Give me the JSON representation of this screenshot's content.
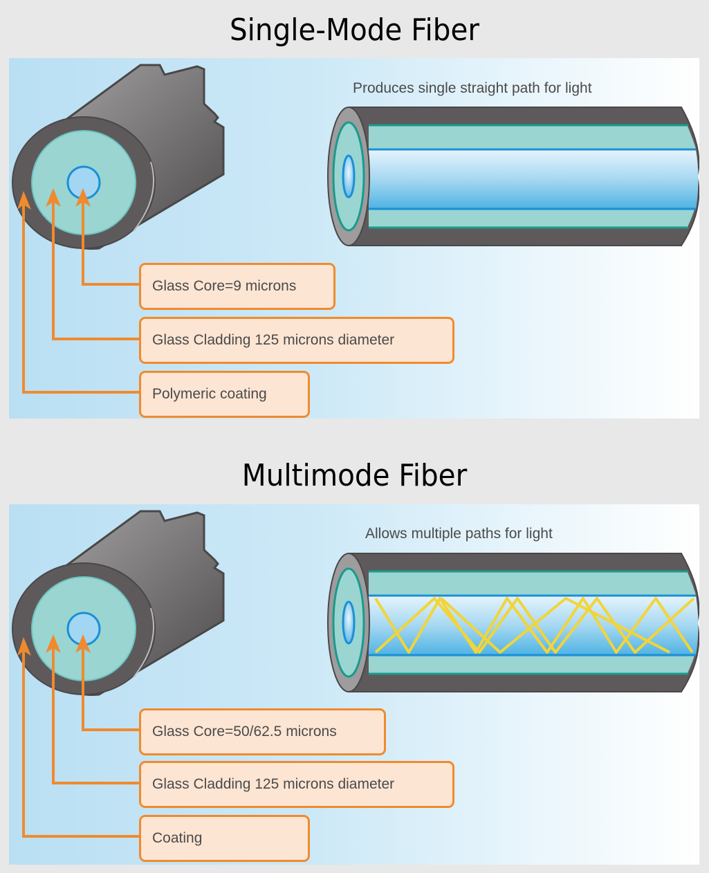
{
  "sections": [
    {
      "title": "Single-Mode Fiber",
      "caption": "Produces single straight path for light",
      "light_path": "single-straight",
      "labels": [
        {
          "text": "Glass Core=9 microns",
          "points_to": "core"
        },
        {
          "text": "Glass Cladding 125 microns diameter",
          "points_to": "cladding"
        },
        {
          "text": "Polymeric coating",
          "points_to": "coating"
        }
      ]
    },
    {
      "title": "Multimode Fiber",
      "caption": "Allows multiple paths for light",
      "light_path": "multiple-zigzag",
      "labels": [
        {
          "text": "Glass Core=50/62.5 microns",
          "points_to": "core"
        },
        {
          "text": "Glass Cladding 125 microns diameter",
          "points_to": "cladding"
        },
        {
          "text": "Coating",
          "points_to": "coating"
        }
      ]
    }
  ],
  "colors": {
    "page_background": "#e8e8e8",
    "panel_background_left": "#bfe2f4",
    "panel_background_right": "#ffffff",
    "arrow_orange": "#f08a2e",
    "label_fill": "#fde5d3",
    "jacket_dark": "#5e5a5b",
    "cladding_teal": "#9ad5d2",
    "cladding_edge": "#1a9a8c",
    "core_blue": "#6bbde6",
    "core_edge": "#1a8fd6",
    "light_yellow": "#f2d43a"
  }
}
